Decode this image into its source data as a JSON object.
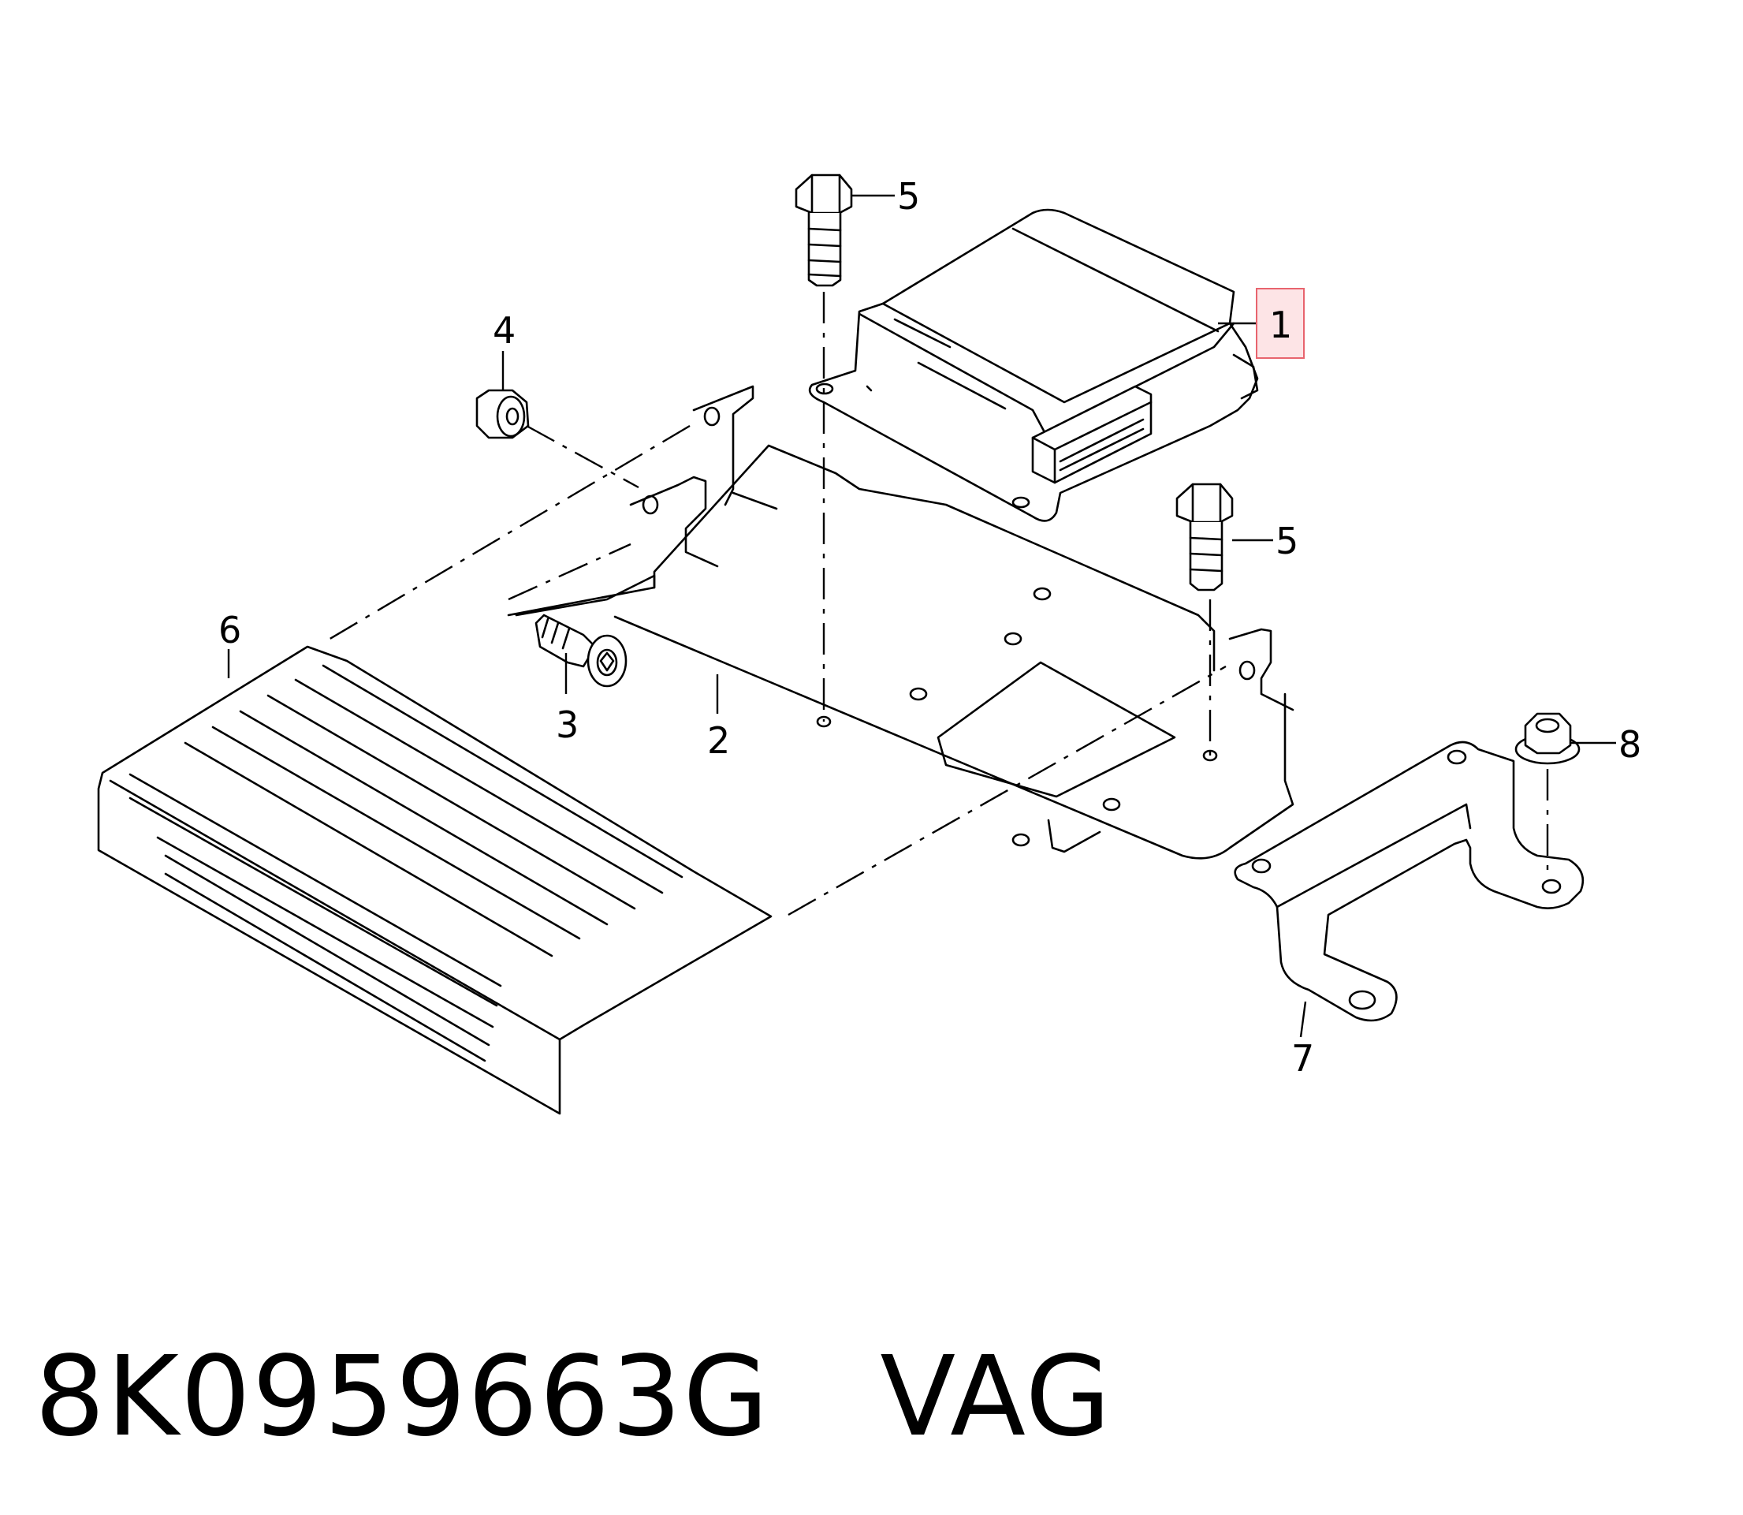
{
  "callouts": {
    "c1": "1",
    "c2": "2",
    "c3": "3",
    "c4": "4",
    "c5a": "5",
    "c5b": "5",
    "c6": "6",
    "c7": "7",
    "c8": "8"
  },
  "highlight_color": "#e8646e",
  "part_number": "8K0959663G",
  "brand": "VAG"
}
